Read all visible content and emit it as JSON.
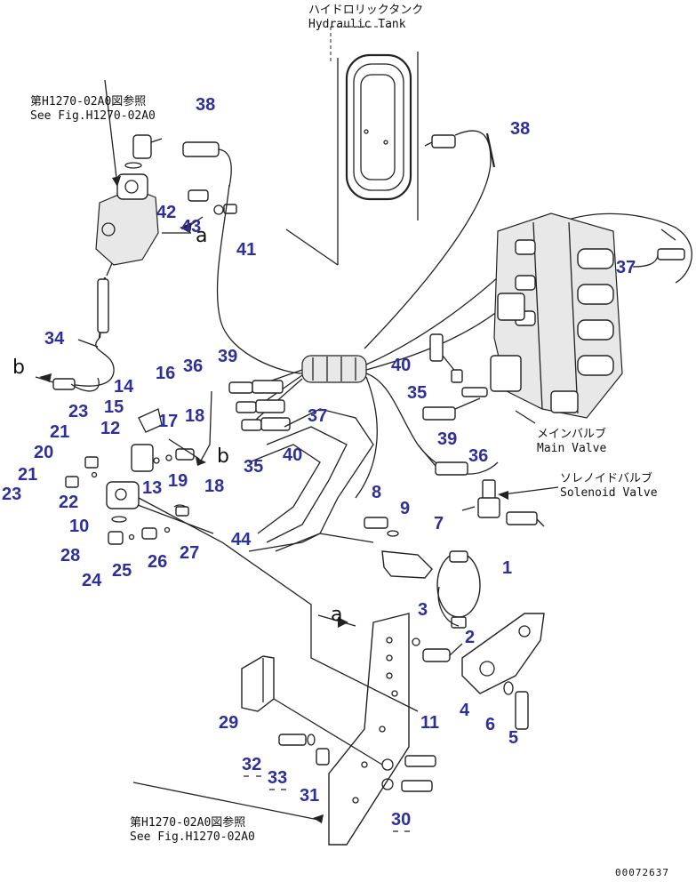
{
  "tank_label": {
    "jp": "ハイドロリックタンク",
    "en": "Hydraulic Tank"
  },
  "main_valve_label": {
    "jp": "メインバルブ",
    "en": "Main Valve"
  },
  "solenoid_label": {
    "jp": "ソレノイドバルブ",
    "en": "Solenoid Valve"
  },
  "ref_top": {
    "jp": "第H1270-02A0図参照",
    "en": "See Fig.H1270-02A0"
  },
  "ref_bottom": {
    "jp": "第H1270-02A0図参照",
    "en": "See Fig.H1270-02A0"
  },
  "connectors": {
    "a1": "a",
    "a2": "a",
    "b1": "b",
    "b2": "b"
  },
  "callouts": {
    "c1": "1",
    "c2": "2",
    "c3": "3",
    "c4": "4",
    "c5": "5",
    "c6": "6",
    "c7": "7",
    "c8": "8",
    "c9": "9",
    "c10": "10",
    "c11": "11",
    "c12": "12",
    "c13": "13",
    "c14": "14",
    "c15": "15",
    "c16": "16",
    "c17": "17",
    "c18a": "18",
    "c18b": "18",
    "c19": "19",
    "c20": "20",
    "c21a": "21",
    "c21b": "21",
    "c22": "22",
    "c23a": "23",
    "c23b": "23",
    "c24": "24",
    "c25": "25",
    "c26": "26",
    "c27": "27",
    "c28": "28",
    "c29": "29",
    "c30": "30",
    "c31": "31",
    "c32": "32",
    "c33": "33",
    "c34": "34",
    "c35a": "35",
    "c35b": "35",
    "c36a": "36",
    "c36b": "36",
    "c37a": "37",
    "c37b": "37",
    "c38a": "38",
    "c38b": "38",
    "c39a": "39",
    "c39b": "39",
    "c40a": "40",
    "c40b": "40",
    "c41": "41",
    "c42": "42",
    "c43": "43",
    "c44": "44"
  },
  "document_number": "00072637"
}
